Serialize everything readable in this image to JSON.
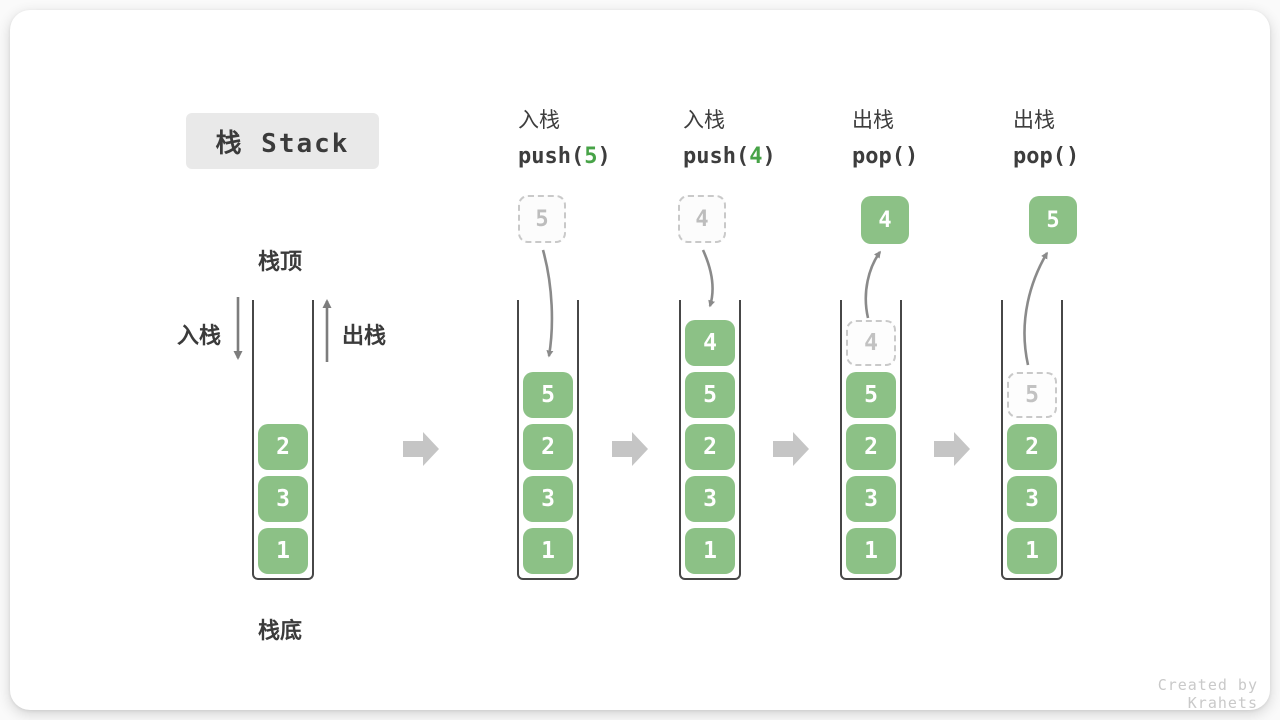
{
  "title": "栈 Stack",
  "watermark": "Created by Krahets",
  "labels": {
    "stack_top": "栈顶",
    "stack_bottom": "栈底",
    "push_side": "入栈",
    "pop_side": "出栈"
  },
  "operations": [
    {
      "name": "入栈",
      "code_pre": "push(",
      "code_arg": "5",
      "code_post": ")"
    },
    {
      "name": "入栈",
      "code_pre": "push(",
      "code_arg": "4",
      "code_post": ")"
    },
    {
      "name": "出栈",
      "code_pre": "pop(",
      "code_arg": "",
      "code_post": ")"
    },
    {
      "name": "出栈",
      "code_pre": "pop(",
      "code_arg": "",
      "code_post": ")"
    }
  ],
  "floats": [
    {
      "value": "5",
      "style": "dashed"
    },
    {
      "value": "4",
      "style": "dashed"
    },
    {
      "value": "4",
      "style": "solid"
    },
    {
      "value": "5",
      "style": "solid"
    }
  ],
  "stacks": [
    {
      "ghost": null,
      "items": [
        "2",
        "3",
        "1"
      ]
    },
    {
      "ghost": null,
      "items": [
        "5",
        "2",
        "3",
        "1"
      ]
    },
    {
      "ghost": null,
      "items": [
        "4",
        "5",
        "2",
        "3",
        "1"
      ]
    },
    {
      "ghost": "4",
      "items": [
        "5",
        "2",
        "3",
        "1"
      ]
    },
    {
      "ghost": "5",
      "items": [
        "2",
        "3",
        "1"
      ]
    }
  ],
  "colors": {
    "item_green": "#8cc186",
    "accent_green": "#47a347",
    "container_border": "#474747",
    "arrow_gray": "#8a8a8a",
    "block_arrow_gray": "#c5c5c5",
    "dashed_border": "#c9c9c9",
    "ghost_text": "#c2c2c2",
    "text_dark": "#3d3d3d",
    "title_bg": "#e9e9e9",
    "watermark_gray": "#c9c9c9"
  }
}
